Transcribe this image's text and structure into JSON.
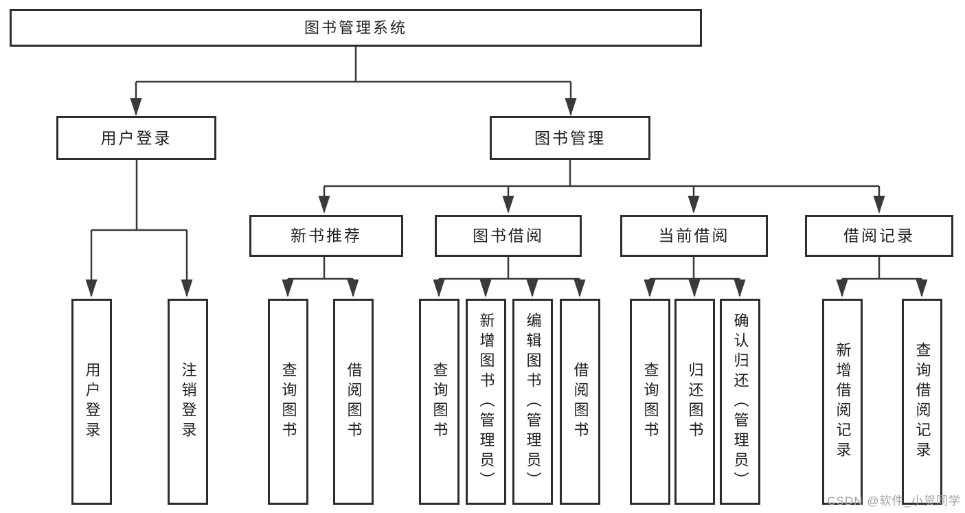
{
  "diagram": {
    "type": "hierarchy-tree",
    "tree": {
      "label": "图书管理系统",
      "children": [
        {
          "label": "用户登录",
          "children": [
            {
              "label": "用户登录"
            },
            {
              "label": "注销登录"
            }
          ]
        },
        {
          "label": "图书管理",
          "children": [
            {
              "label": "新书推荐",
              "children": [
                {
                  "label": "查询图书"
                },
                {
                  "label": "借阅图书"
                }
              ]
            },
            {
              "label": "图书借阅",
              "children": [
                {
                  "label": "查询图书"
                },
                {
                  "label": "新增图书（管理员）"
                },
                {
                  "label": "编辑图书（管理员）"
                },
                {
                  "label": "借阅图书"
                }
              ]
            },
            {
              "label": "当前借阅",
              "children": [
                {
                  "label": "查询图书"
                },
                {
                  "label": "归还图书"
                },
                {
                  "label": "确认归还（管理员）"
                }
              ]
            },
            {
              "label": "借阅记录",
              "children": [
                {
                  "label": "新增借阅记录"
                },
                {
                  "label": "查询借阅记录"
                }
              ]
            }
          ]
        }
      ]
    },
    "colors": {
      "line": "#3a3a3a",
      "box_border": "#2d2d2d",
      "text": "#1f1f1f",
      "background": "#ffffff",
      "watermark": "#a3a3a3"
    }
  },
  "watermark": {
    "text": "CSDN @软件_小贺同学"
  }
}
